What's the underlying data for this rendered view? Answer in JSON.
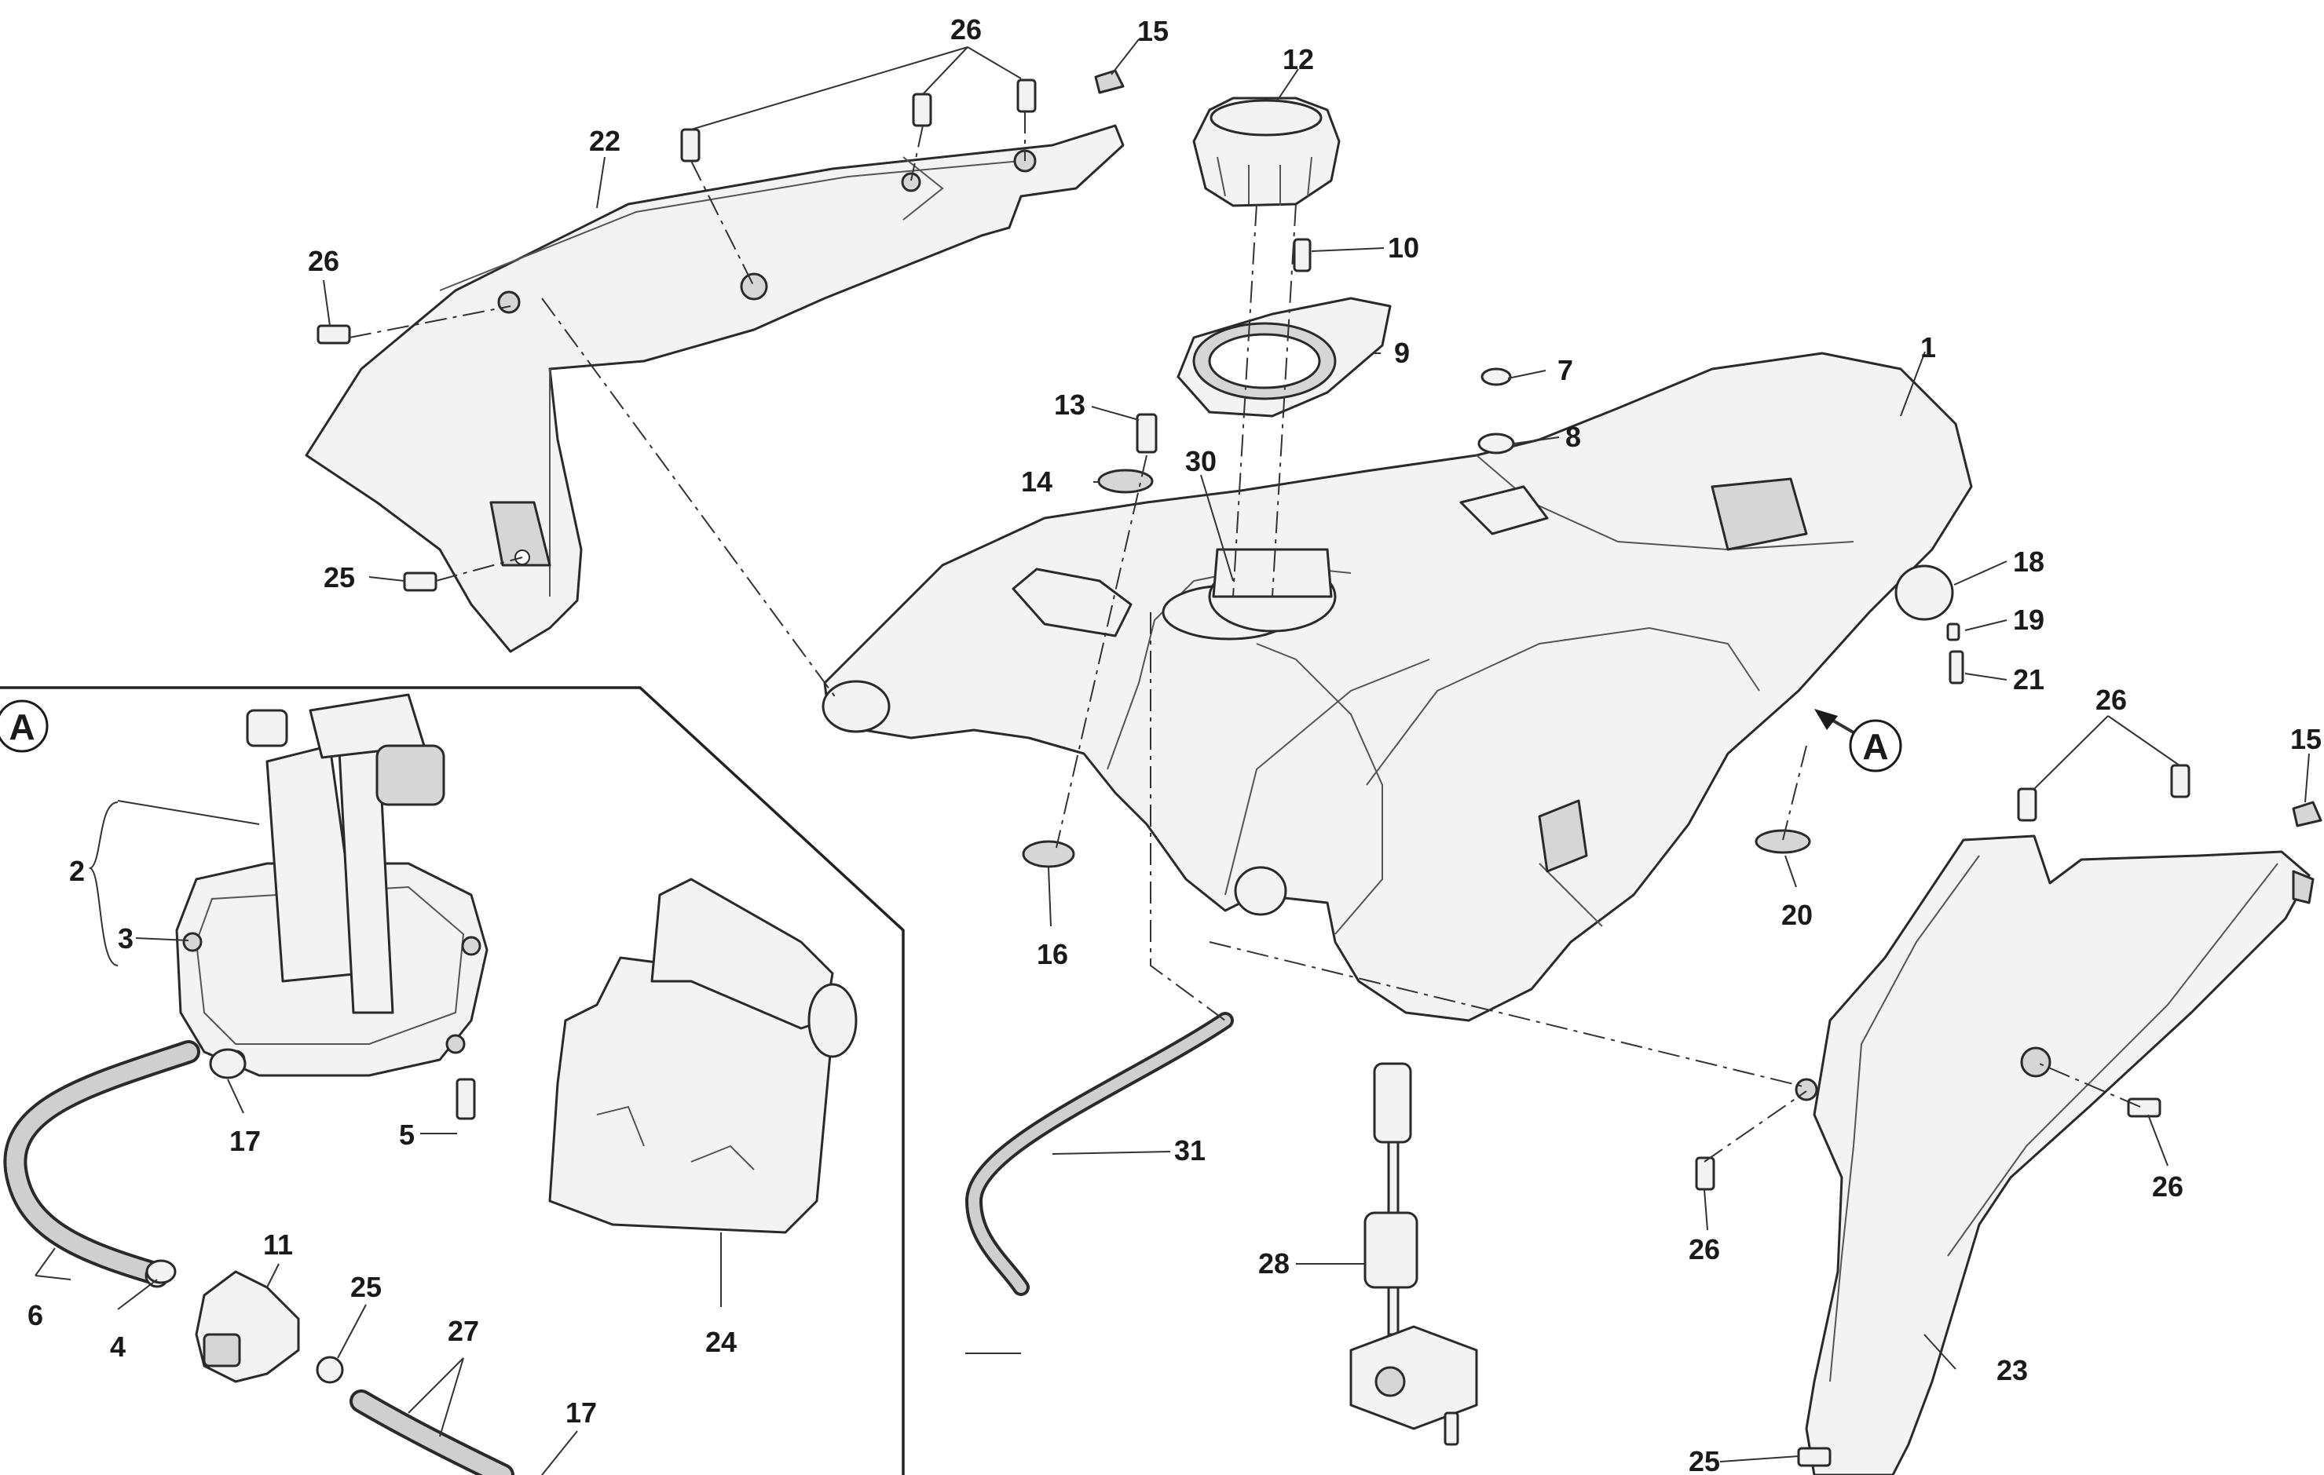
{
  "view": {
    "letter": "A"
  },
  "callouts": [
    {
      "id": "c1",
      "text": "1"
    },
    {
      "id": "c2",
      "text": "2"
    },
    {
      "id": "c3",
      "text": "3"
    },
    {
      "id": "c4",
      "text": "4"
    },
    {
      "id": "c5",
      "text": "5"
    },
    {
      "id": "c6",
      "text": "6"
    },
    {
      "id": "c7",
      "text": "7"
    },
    {
      "id": "c8",
      "text": "8"
    },
    {
      "id": "c9",
      "text": "9"
    },
    {
      "id": "c10",
      "text": "10"
    },
    {
      "id": "c11",
      "text": "11"
    },
    {
      "id": "c12",
      "text": "12"
    },
    {
      "id": "c13",
      "text": "13"
    },
    {
      "id": "c14",
      "text": "14"
    },
    {
      "id": "c15a",
      "text": "15"
    },
    {
      "id": "c15b",
      "text": "15"
    },
    {
      "id": "c16",
      "text": "16"
    },
    {
      "id": "c17a",
      "text": "17"
    },
    {
      "id": "c17b",
      "text": "17"
    },
    {
      "id": "c18",
      "text": "18"
    },
    {
      "id": "c19",
      "text": "19"
    },
    {
      "id": "c20",
      "text": "20"
    },
    {
      "id": "c21",
      "text": "21"
    },
    {
      "id": "c22",
      "text": "22"
    },
    {
      "id": "c23",
      "text": "23"
    },
    {
      "id": "c24",
      "text": "24"
    },
    {
      "id": "c25a",
      "text": "25"
    },
    {
      "id": "c25b",
      "text": "25"
    },
    {
      "id": "c25c",
      "text": "25"
    },
    {
      "id": "c26a",
      "text": "26"
    },
    {
      "id": "c26b",
      "text": "26"
    },
    {
      "id": "c26c",
      "text": "26"
    },
    {
      "id": "c26d",
      "text": "26"
    },
    {
      "id": "c26e",
      "text": "26"
    },
    {
      "id": "c27",
      "text": "27"
    },
    {
      "id": "c28",
      "text": "28"
    },
    {
      "id": "c30",
      "text": "30"
    },
    {
      "id": "c31",
      "text": "31"
    }
  ]
}
